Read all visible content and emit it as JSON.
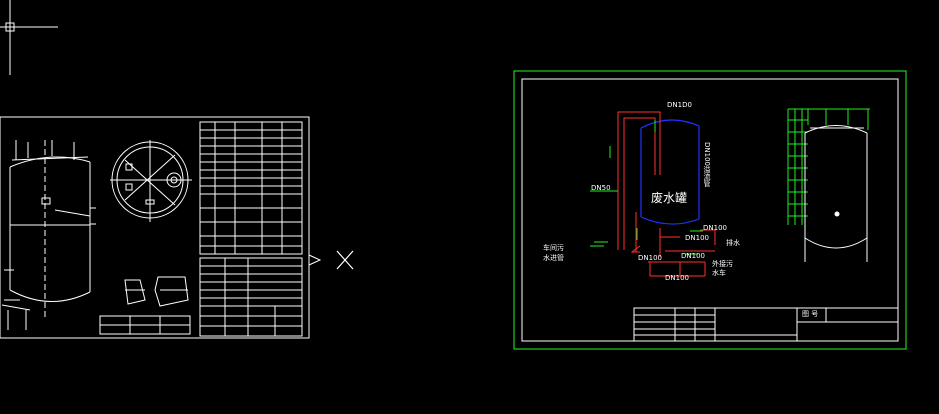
{
  "app": {
    "name": "CAD drawing viewport",
    "background": "#000000"
  },
  "colors": {
    "line": "#ffffff",
    "frame_green": "#22cc22",
    "pipe_red": "#ff3030",
    "tank_blue": "#2233ff",
    "grid_green": "#22ee22"
  },
  "crosshair": {
    "icon": "crosshair-cursor-icon"
  },
  "right_sheet": {
    "tank_label": "废水罐",
    "labels": {
      "dn1d0": "DN1D0",
      "dn100_vertical": "DN100溢流管",
      "dn50": "DN50",
      "dn100_a": "DN100",
      "dn100_b": "DN100",
      "dn100_c": "DN100",
      "dn100_d": "DN100",
      "dn100_e": "DN100",
      "drain": "排水",
      "inlet_1": "车间污",
      "inlet_2": "水进管",
      "outlet_1": "外接污",
      "outlet_2": "水车"
    },
    "title_block": {
      "drawing_no_label": "图 号"
    }
  },
  "marker": {
    "icon": "x-marker-icon"
  }
}
